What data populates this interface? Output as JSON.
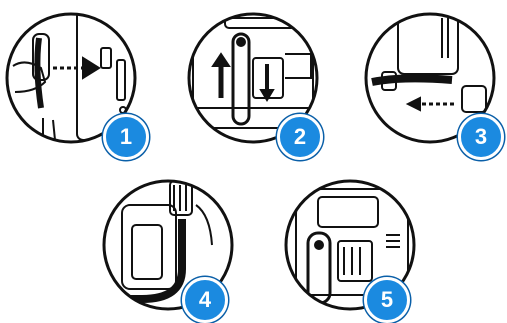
{
  "colors": {
    "badge": "#1b8ae0",
    "badge_ring": "#0a5fa8",
    "line": "#111111"
  },
  "steps": [
    {
      "number": "1",
      "icon": "attach-handle-icon"
    },
    {
      "number": "2",
      "icon": "latch-lift-icon"
    },
    {
      "number": "3",
      "icon": "hose-connect-icon"
    },
    {
      "number": "4",
      "icon": "hose-route-icon"
    },
    {
      "number": "5",
      "icon": "handle-secure-icon"
    }
  ]
}
